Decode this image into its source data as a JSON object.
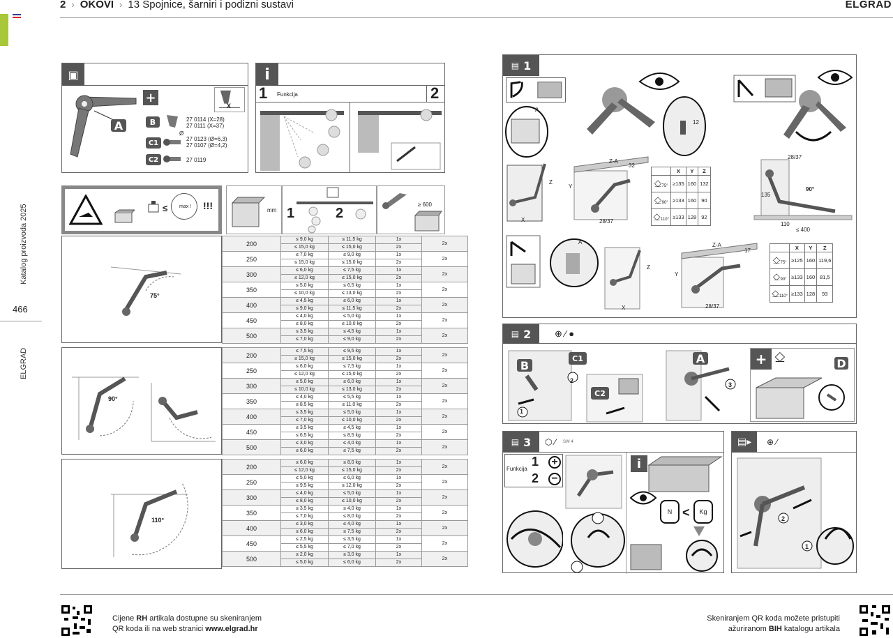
{
  "header": {
    "chapter": "2",
    "section": "OKOVI",
    "subsection": "13  Spojnice, šarniri i podizni sustavi",
    "brand": "ELGRAD"
  },
  "side": {
    "catalog": "Katalog proizvoda 2025",
    "page_number": "466",
    "brand": "ELGRAD"
  },
  "parts": {
    "a_label": "A",
    "plus": "+",
    "b_label": "B",
    "b_codes": "27 0114 (X=28)\n27 0111  (X=37)",
    "b_code1": "27 0114 (X=28)",
    "b_code2": "27 0111  (X=37)",
    "c1_label": "C1",
    "c1_dia": "Ø",
    "c1_code1": "27 0123  (Ø=6,3)",
    "c1_code2": "27 0107  (Ø=4,2)",
    "c2_label": "C2",
    "c2_code": "27 0119",
    "x_label": "X"
  },
  "info": {
    "i": "i",
    "n1": "1",
    "n2": "2",
    "funkcija": "Funkcija"
  },
  "load_header": {
    "leq": "≤",
    "max": "max !",
    "excl": "!!!",
    "mm": "mm",
    "n1": "1",
    "n2": "2",
    "gt600": "≥ 600"
  },
  "tables": [
    {
      "angle": "75°",
      "rows": [
        {
          "w": "200",
          "a": [
            "≤ 9,0 kg",
            "≤ 15,0 kg"
          ],
          "b": [
            "≤ 11,5 kg",
            "≤ 15,0 kg"
          ],
          "c": [
            "1x",
            "2x"
          ],
          "d": "2x"
        },
        {
          "w": "250",
          "a": [
            "≤ 7,0 kg",
            "≤ 15,0 kg"
          ],
          "b": [
            "≤ 9,0 kg",
            "≤ 15,0 kg"
          ],
          "c": [
            "1x",
            "2x"
          ],
          "d": "2x"
        },
        {
          "w": "300",
          "a": [
            "≤ 6,0 kg",
            "≤ 12,0 kg"
          ],
          "b": [
            "≤ 7,5 kg",
            "≤ 15,0 kg"
          ],
          "c": [
            "1x",
            "2x"
          ],
          "d": "2x"
        },
        {
          "w": "350",
          "a": [
            "≤ 5,0 kg",
            "≤ 10,0 kg"
          ],
          "b": [
            "≤ 6,5 kg",
            "≤ 13,0 kg"
          ],
          "c": [
            "1x",
            "2x"
          ],
          "d": "2x"
        },
        {
          "w": "400",
          "a": [
            "≤ 4,5 kg",
            "≤ 9,0 kg"
          ],
          "b": [
            "≤ 6,0 kg",
            "≤ 11,5 kg"
          ],
          "c": [
            "1x",
            "2x"
          ],
          "d": "2x"
        },
        {
          "w": "450",
          "a": [
            "≤ 4,0 kg",
            "≤ 8,0 kg"
          ],
          "b": [
            "≤ 5,0 kg",
            "≤ 10,0 kg"
          ],
          "c": [
            "1x",
            "2x"
          ],
          "d": "2x"
        },
        {
          "w": "500",
          "a": [
            "≤ 3,5 kg",
            "≤ 7,0 kg"
          ],
          "b": [
            "≤ 4,5 kg",
            "≤ 9,0 kg"
          ],
          "c": [
            "1x",
            "2x"
          ],
          "d": "2x"
        }
      ]
    },
    {
      "angle": "90°",
      "rows": [
        {
          "w": "200",
          "a": [
            "≤ 7,5 kg",
            "≤ 15,0 kg"
          ],
          "b": [
            "≤ 9,5 kg",
            "≤ 15,0 kg"
          ],
          "c": [
            "1x",
            "2x"
          ],
          "d": "2x"
        },
        {
          "w": "250",
          "a": [
            "≤ 6,0 kg",
            "≤ 12,0 kg"
          ],
          "b": [
            "≤ 7,5 kg",
            "≤ 15,0 kg"
          ],
          "c": [
            "1x",
            "2x"
          ],
          "d": "2x"
        },
        {
          "w": "300",
          "a": [
            "≤ 5,0 kg",
            "≤ 10,0 kg"
          ],
          "b": [
            "≤ 6,0 kg",
            "≤ 13,0 kg"
          ],
          "c": [
            "1x",
            "2x"
          ],
          "d": "2x"
        },
        {
          "w": "350",
          "a": [
            "≤ 4,0 kg",
            "≤ 8,5 kg"
          ],
          "b": [
            "≤ 5,5 kg",
            "≤ 11,0 kg"
          ],
          "c": [
            "1x",
            "2x"
          ],
          "d": "2x"
        },
        {
          "w": "400",
          "a": [
            "≤ 3,5 kg",
            "≤ 7,0 kg"
          ],
          "b": [
            "≤ 5,0 kg",
            "≤ 10,0 kg"
          ],
          "c": [
            "1x",
            "2x"
          ],
          "d": "2x"
        },
        {
          "w": "450",
          "a": [
            "≤ 3,5 kg",
            "≤ 6,5 kg"
          ],
          "b": [
            "≤ 4,5 kg",
            "≤ 8,5 kg"
          ],
          "c": [
            "1x",
            "2x"
          ],
          "d": "2x"
        },
        {
          "w": "500",
          "a": [
            "≤ 3,0 kg",
            "≤ 6,0 kg"
          ],
          "b": [
            "≤ 4,0 kg",
            "≤ 7,5 kg"
          ],
          "c": [
            "1x",
            "2x"
          ],
          "d": "2x"
        }
      ]
    },
    {
      "angle": "110°",
      "rows": [
        {
          "w": "200",
          "a": [
            "≤ 6,0 kg",
            "≤ 12,0 kg"
          ],
          "b": [
            "≤ 8,0 kg",
            "≤ 15,0 kg"
          ],
          "c": [
            "1x",
            "2x"
          ],
          "d": "2x"
        },
        {
          "w": "250",
          "a": [
            "≤ 5,0 kg",
            "≤ 9,5 kg"
          ],
          "b": [
            "≤ 6,0 kg",
            "≤ 12,0 kg"
          ],
          "c": [
            "1x",
            "2x"
          ],
          "d": "2x"
        },
        {
          "w": "300",
          "a": [
            "≤ 4,0 kg",
            "≤ 8,0 kg"
          ],
          "b": [
            "≤ 5,0 kg",
            "≤ 10,0 kg"
          ],
          "c": [
            "1x",
            "2x"
          ],
          "d": "2x"
        },
        {
          "w": "350",
          "a": [
            "≤ 3,5 kg",
            "≤ 7,0 kg"
          ],
          "b": [
            "≤ 4,0 kg",
            "≤ 8,0 kg"
          ],
          "c": [
            "1x",
            "2x"
          ],
          "d": "2x"
        },
        {
          "w": "400",
          "a": [
            "≤ 3,0 kg",
            "≤ 6,0 kg"
          ],
          "b": [
            "≤ 4,0 kg",
            "≤ 7,5 kg"
          ],
          "c": [
            "1x",
            "2x"
          ],
          "d": "2x"
        },
        {
          "w": "450",
          "a": [
            "≤ 2,5 kg",
            "≤ 5,5 kg"
          ],
          "b": [
            "≤ 3,5 kg",
            "≤ 7,0 kg"
          ],
          "c": [
            "1x",
            "2x"
          ],
          "d": "2x"
        },
        {
          "w": "500",
          "a": [
            "≤ 2,0 kg",
            "≤ 5,0 kg"
          ],
          "b": [
            "≤ 3,0 kg",
            "≤ 6,0 kg"
          ],
          "c": [
            "1x",
            "2x"
          ],
          "d": "2x"
        }
      ]
    }
  ],
  "step1": {
    "num": "1",
    "dims": {
      "a": "A",
      "z": "Z",
      "y": "Y",
      "x": "X",
      "za": "Z-A",
      "n32": "32",
      "n12": "12",
      "n2837": "28/37",
      "n135": "135",
      "n110": "110",
      "n400": "≤ 400",
      "n17": "17",
      "n90": "90°"
    },
    "table1": {
      "head": [
        "X",
        "Y",
        "Z"
      ],
      "rows": [
        {
          "angle": "75°",
          "x": "≥135",
          "y": "160",
          "z": "132"
        },
        {
          "angle": "90°",
          "x": "≥133",
          "y": "160",
          "z": "90"
        },
        {
          "angle": "110°",
          "x": "≥133",
          "y": "128",
          "z": "92"
        }
      ]
    },
    "table2": {
      "head": [
        "X",
        "Y",
        "Z"
      ],
      "rows": [
        {
          "angle": "75°",
          "x": "≥125",
          "y": "160",
          "z": "119,6"
        },
        {
          "angle": "90°",
          "x": "≥133",
          "y": "160",
          "z": "81,5"
        },
        {
          "angle": "110°",
          "x": "≥133",
          "y": "128",
          "z": "93"
        }
      ]
    }
  },
  "step2": {
    "num": "2",
    "b": "B",
    "c1": "C1",
    "c2": "C2",
    "a": "A",
    "d": "D",
    "n1": "1",
    "n2": "2",
    "n3": "3",
    "plus": "+"
  },
  "step3": {
    "num": "3",
    "sw": "SW 4",
    "funkcija": "Funkcija",
    "n1": "1",
    "n2": "2",
    "i": "i",
    "n": "N",
    "kg": "Kg",
    "lt": "<"
  },
  "step4": {
    "n1": "1",
    "n2": "2"
  },
  "footer": {
    "left_pre": "Cijene ",
    "left_bold": "RH",
    "left_mid": " artikala dostupne su skeniranjem",
    "left_line2_pre": "QR koda ili na web stranici ",
    "left_link": "www.elgrad.hr",
    "right_line1": "Skeniranjem QR koda možete pristupiti",
    "right_pre": "ažuriranom ",
    "right_bold": "BIH",
    "right_post": " katalogu artikala"
  }
}
